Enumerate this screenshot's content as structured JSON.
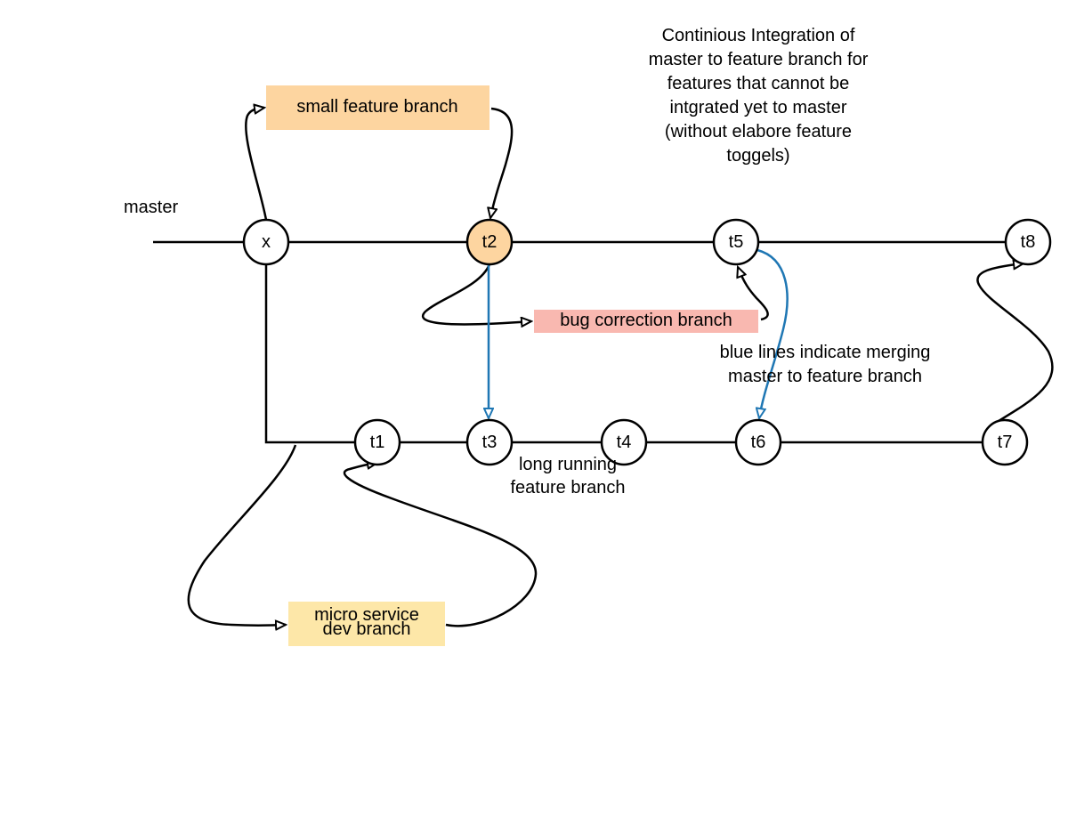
{
  "colors": {
    "node_fill": "#ffffff",
    "highlight_node_fill": "#fdd5a0",
    "small_feature_box": "#fdd5a0",
    "bug_box": "#f9b8b0",
    "micro_box": "#fde7a8",
    "merge_line": "#1f77b4",
    "line": "#000000"
  },
  "labels": {
    "master": "master",
    "ci_note": [
      "Continious Integration of",
      "master to feature branch for",
      "features that cannot be",
      "intgrated yet to master",
      "(without elabore feature",
      "toggels)"
    ],
    "blue_note": [
      "blue lines indicate merging",
      "master to feature branch"
    ],
    "long_running": [
      "long running",
      "feature branch"
    ],
    "small_feature": "small feature  branch",
    "bug_correction": "bug correction branch",
    "micro_service": [
      "micro service",
      "dev branch"
    ]
  },
  "nodes": {
    "x": "x",
    "t1": "t1",
    "t2": "t2",
    "t3": "t3",
    "t4": "t4",
    "t5": "t5",
    "t6": "t6",
    "t7": "t7",
    "t8": "t8"
  }
}
